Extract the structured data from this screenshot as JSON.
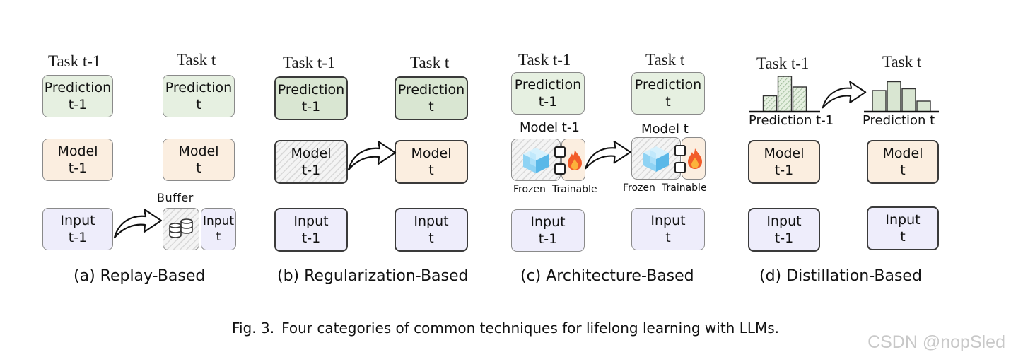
{
  "panels": [
    {
      "task_prev": "Task t-1",
      "task_cur": "Task t",
      "pred_prev": [
        "Prediction",
        "t-1"
      ],
      "pred_cur": [
        "Prediction",
        "t"
      ],
      "model_prev": [
        "Model",
        "t-1"
      ],
      "model_cur": [
        "Model",
        "t"
      ],
      "input_prev": [
        "Input",
        "t-1"
      ],
      "input_cur": [
        "Input",
        "t"
      ],
      "buffer_label": "Buffer",
      "caption": "(a) Replay-Based"
    },
    {
      "task_prev": "Task t-1",
      "task_cur": "Task t",
      "pred_prev": [
        "Prediction",
        "t-1"
      ],
      "pred_cur": [
        "Prediction",
        "t"
      ],
      "model_prev": [
        "Model",
        "t-1"
      ],
      "model_cur": [
        "Model",
        "t"
      ],
      "input_prev": [
        "Input",
        "t-1"
      ],
      "input_cur": [
        "Input",
        "t"
      ],
      "caption": "(b) Regularization-Based"
    },
    {
      "task_prev": "Task t-1",
      "task_cur": "Task t",
      "pred_prev": [
        "Prediction",
        "t-1"
      ],
      "pred_cur": [
        "Prediction",
        "t"
      ],
      "model_prev_title": "Model t-1",
      "model_cur_title": "Model t",
      "frozen_label": "Frozen",
      "trainable_label": "Trainable",
      "input_prev": [
        "Input",
        "t-1"
      ],
      "input_cur": [
        "Input",
        "t"
      ],
      "caption": "(c) Architecture-Based"
    },
    {
      "task_prev": "Task t-1",
      "task_cur": "Task t",
      "dist_prev_label": "Prediction t-1",
      "dist_cur_label": "Prediction t",
      "dist_prev_bars": [
        0.45,
        1.0,
        0.7
      ],
      "dist_cur_bars": [
        0.6,
        0.85,
        0.65,
        0.3
      ],
      "model_prev": [
        "Model",
        "t-1"
      ],
      "model_cur": [
        "Model",
        "t"
      ],
      "input_prev": [
        "Input",
        "t-1"
      ],
      "input_cur": [
        "Input",
        "t"
      ],
      "caption": "(d) Distillation-Based"
    }
  ],
  "figure_caption": {
    "number": "Fig. 3.",
    "text": "Four categories of common techniques for lifelong learning with LLMs."
  },
  "watermark": "CSDN @nopSled",
  "colors": {
    "prediction_fill": "#e6f0e1",
    "model_fill": "#fbeee0",
    "input_fill": "#eeedfb",
    "ice_blue": "#8fd3f4",
    "flame": "#f25c2a"
  },
  "icons": [
    "database-icon",
    "ice-cube-icon",
    "flame-icon",
    "curved-arrow-icon"
  ]
}
